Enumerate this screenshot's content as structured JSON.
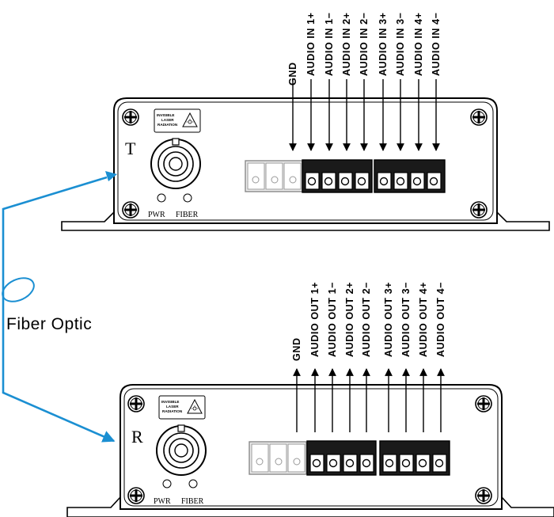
{
  "fiber_label": "Fiber Optic",
  "fiber_color": "#1b8fd2",
  "transmitter": {
    "unit_letter": "T",
    "indicator_labels": [
      "PWR",
      "FIBER"
    ],
    "laser_warning": [
      "INVISIBLE",
      "LASER",
      "RADIATION"
    ],
    "signals": [
      "GND",
      "AUDIO IN 1+",
      "AUDIO IN 1−",
      "AUDIO IN 2+",
      "AUDIO IN 2−",
      "AUDIO IN 3+",
      "AUDIO IN 3−",
      "AUDIO IN 4+",
      "AUDIO IN 4−"
    ],
    "arrow_direction": "into-device"
  },
  "receiver": {
    "unit_letter": "R",
    "indicator_labels": [
      "PWR",
      "FIBER"
    ],
    "laser_warning": [
      "INVISIBLE",
      "LASER",
      "RADIATION"
    ],
    "signals": [
      "GND",
      "AUDIO OUT 1+",
      "AUDIO OUT 1−",
      "AUDIO OUT 2+",
      "AUDIO OUT 2−",
      "AUDIO OUT 3+",
      "AUDIO OUT 3−",
      "AUDIO OUT 4+",
      "AUDIO OUT 4−"
    ],
    "arrow_direction": "out-of-device"
  }
}
